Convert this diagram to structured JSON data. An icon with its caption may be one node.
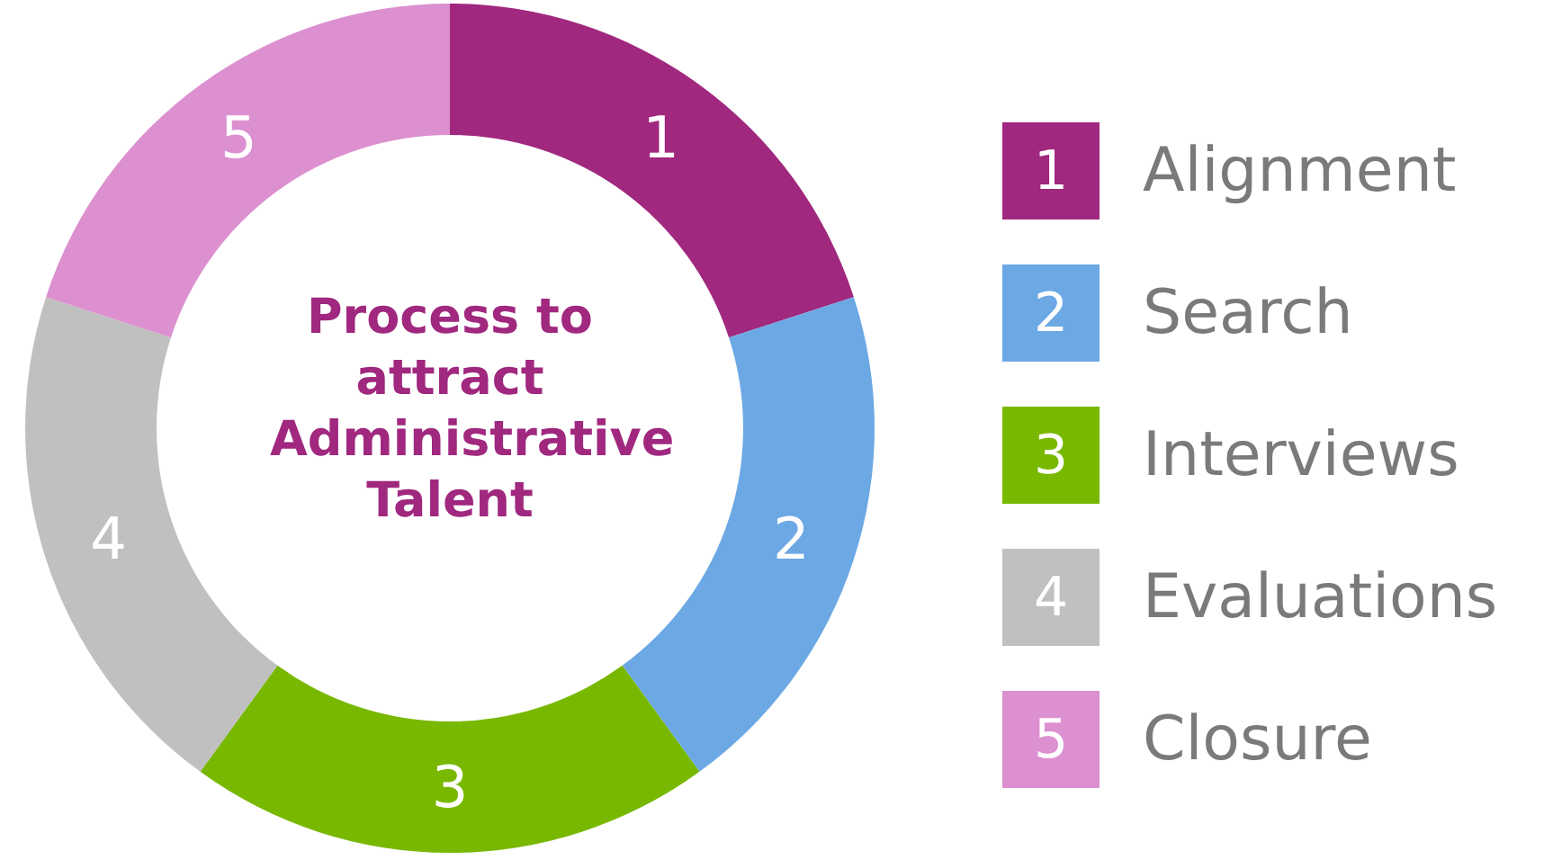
{
  "diagram": {
    "nodes": [
      {
        "text": [
          "Process to attract Administrative Talent"
        ]
      },
      {
        "text": [
          "1"
        ]
      },
      {
        "text": [
          "2"
        ]
      },
      {
        "text": [
          "3"
        ]
      },
      {
        "text": [
          "4"
        ]
      },
      {
        "text": [
          "5"
        ]
      }
    ],
    "labels": [
      "1",
      "2",
      "3",
      "4",
      "5"
    ],
    "legend": [
      {
        "text": "Alignment",
        "color": "#a0287f"
      },
      {
        "text": "Search",
        "color": "#6ca8e4"
      },
      {
        "text": "Interviews",
        "color": "#78b800"
      },
      {
        "text": "Evaluations",
        "color": "#c0c0c0"
      },
      {
        "text": "Closure",
        "color": "#dc90d0"
      }
    ]
  }
}
